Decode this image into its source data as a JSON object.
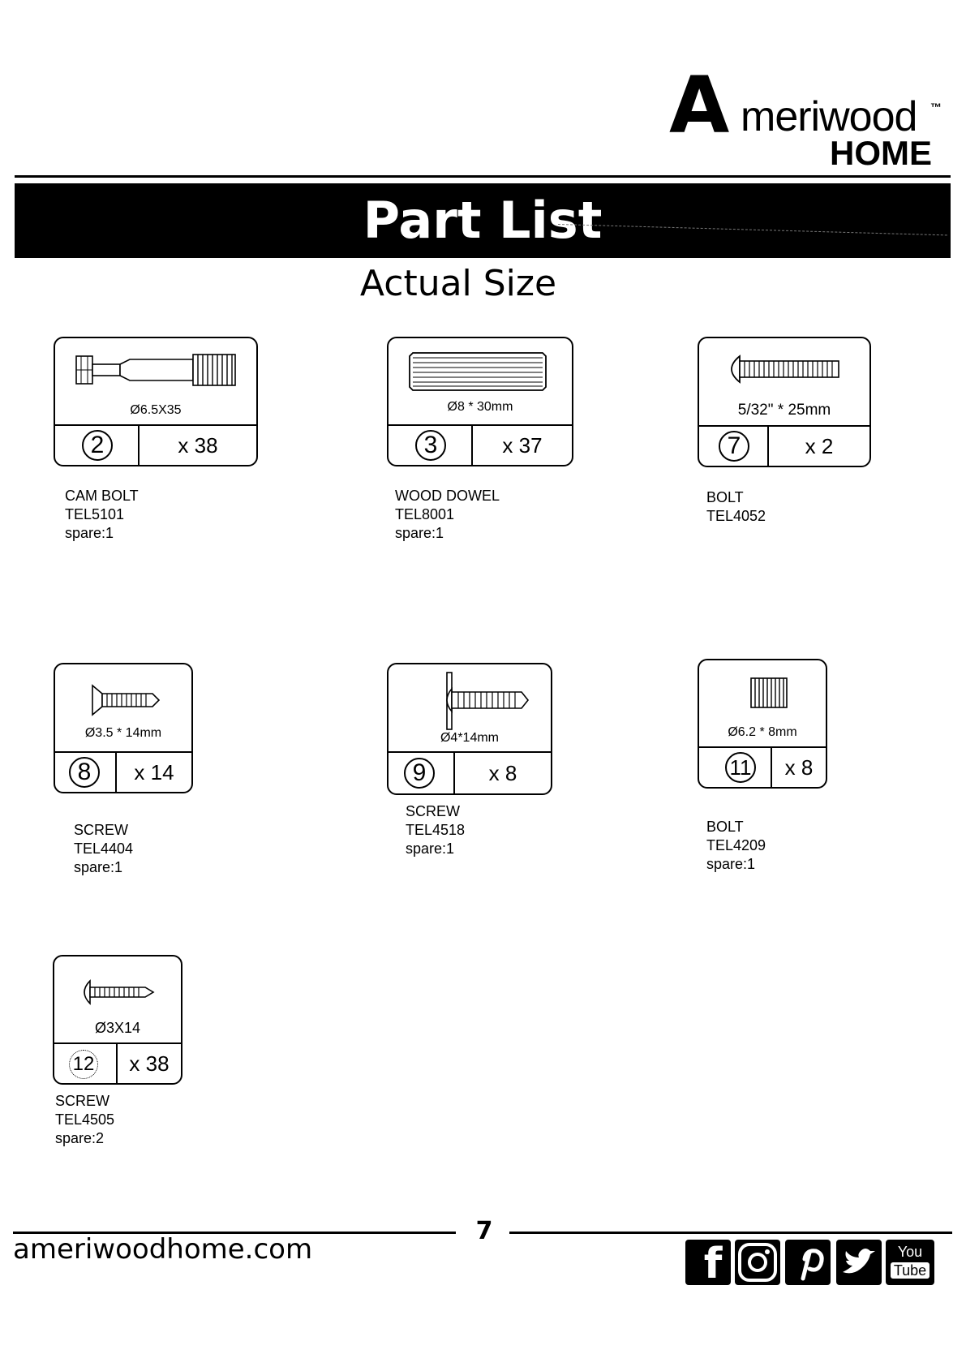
{
  "brand": {
    "logo_letter": "A",
    "logo_word": "meriwood",
    "logo_home": "HOME",
    "tm": "™"
  },
  "header": {
    "title": "Part List",
    "subtitle": "Actual Size"
  },
  "parts": [
    {
      "number": "2",
      "qty": "x 38",
      "dimension": "Ø6.5X35",
      "name": "CAM BOLT",
      "code": "TEL5101",
      "spare": "spare:1",
      "icon": "cam-bolt-icon"
    },
    {
      "number": "3",
      "qty": "x 37",
      "dimension": "Ø8 * 30mm",
      "name": "WOOD DOWEL",
      "code": "TEL8001",
      "spare": "spare:1",
      "icon": "wood-dowel-icon"
    },
    {
      "number": "7",
      "qty": "x 2",
      "dimension": "5/32\" * 25mm",
      "name": "BOLT",
      "code": "TEL4052",
      "spare": "",
      "icon": "bolt-icon"
    },
    {
      "number": "8",
      "qty": "x 14",
      "dimension": "Ø3.5 * 14mm",
      "name": "SCREW",
      "code": "TEL4404",
      "spare": "spare:1",
      "icon": "flat-screw-icon"
    },
    {
      "number": "9",
      "qty": "x 8",
      "dimension": "Ø4*14mm",
      "name": "SCREW",
      "code": "TEL4518",
      "spare": "spare:1",
      "icon": "washer-screw-icon"
    },
    {
      "number": "11",
      "qty": "x 8",
      "dimension": "Ø6.2 * 8mm",
      "name": "BOLT",
      "code": "TEL4209",
      "spare": "spare:1",
      "icon": "short-bolt-icon"
    },
    {
      "number": "12",
      "qty": "x 38",
      "dimension": "Ø3X14",
      "name": "SCREW",
      "code": "TEL4505",
      "spare": "spare:2",
      "icon": "round-screw-icon"
    }
  ],
  "footer": {
    "website": "ameriwoodhome.com",
    "page": "7",
    "social": {
      "facebook": "f",
      "youtube_top": "You",
      "youtube_bottom": "Tube"
    }
  }
}
